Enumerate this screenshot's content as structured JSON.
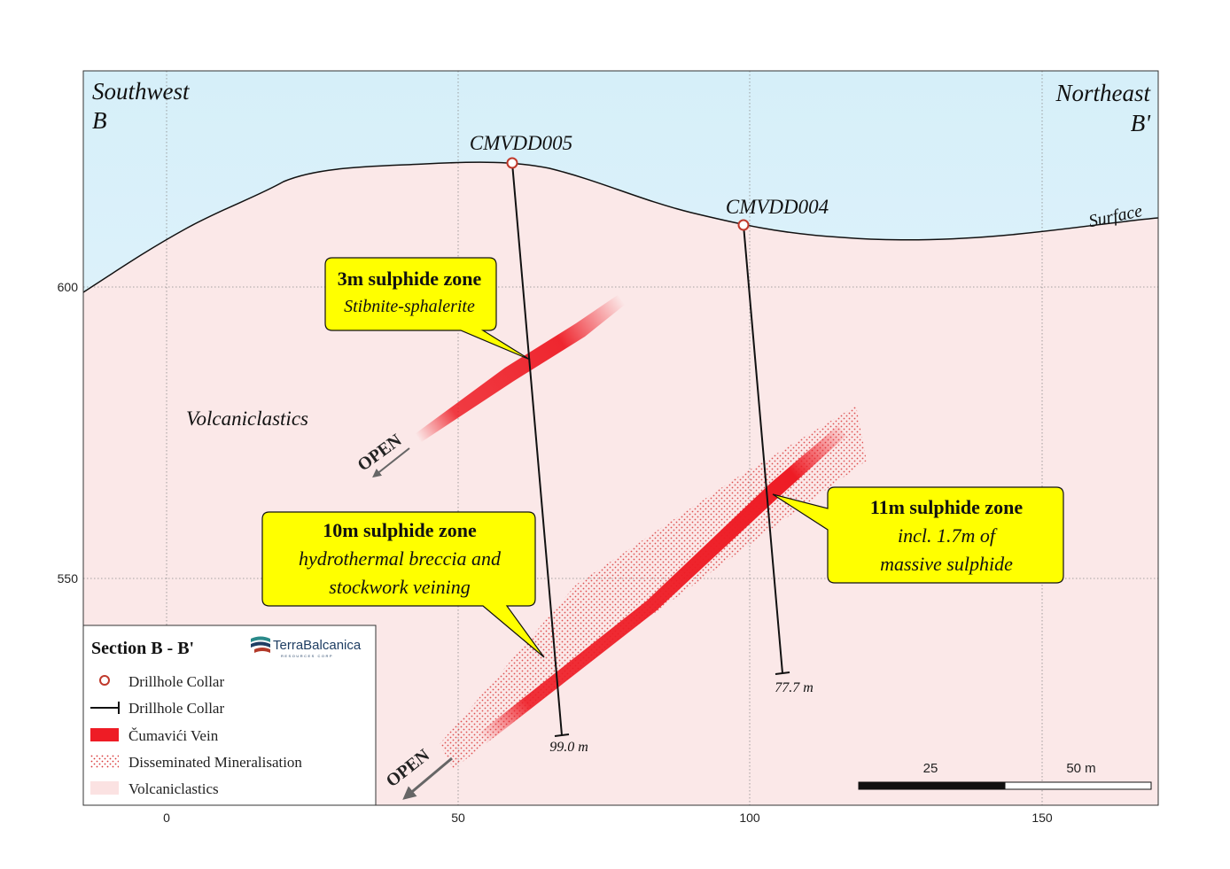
{
  "section": {
    "left_end": {
      "direction": "Southwest",
      "letter": "B"
    },
    "right_end": {
      "direction": "Northeast",
      "letter": "B'"
    },
    "surface_label": "Surface",
    "rock_label": "Volcaniclastics"
  },
  "axes": {
    "x_ticks": [
      "0",
      "50",
      "100",
      "150"
    ],
    "y_ticks": [
      "600",
      "550"
    ]
  },
  "drillholes": [
    {
      "name": "CMVDD005",
      "depth_label": "99.0 m"
    },
    {
      "name": "CMVDD004",
      "depth_label": "77.7 m"
    }
  ],
  "callouts": [
    {
      "title": "3m sulphide zone",
      "lines": [
        "Stibnite-sphalerite"
      ]
    },
    {
      "title": "10m sulphide zone",
      "lines": [
        "hydrothermal breccia and",
        "stockwork veining"
      ]
    },
    {
      "title": "11m sulphide zone",
      "lines": [
        "incl. 1.7m of",
        "massive sulphide"
      ]
    }
  ],
  "open_labels": [
    "OPEN",
    "OPEN"
  ],
  "legend": {
    "title": "Section B - B'",
    "logo_text": "TerraBalcanica",
    "logo_sub": "RESOURCES CORP",
    "items": [
      {
        "label": "Drillhole Collar",
        "symbol": "collar-circle"
      },
      {
        "label": "Drillhole Collar",
        "symbol": "drill-trace"
      },
      {
        "label": "Čumavići Vein",
        "symbol": "vein-fill"
      },
      {
        "label": "Disseminated Mineralisation",
        "symbol": "dot-pattern"
      },
      {
        "label": "Volcaniclastics",
        "symbol": "pink-fill"
      }
    ]
  },
  "scale_bar": {
    "labels": [
      "25",
      "50 m"
    ]
  },
  "colors": {
    "sky": "#daf1fa",
    "rock": "#fbe8e8",
    "vein": "#ee1c25",
    "collar": "#c0392b",
    "callout_fill": "#ffff00",
    "grid": "#8a8a8a"
  }
}
